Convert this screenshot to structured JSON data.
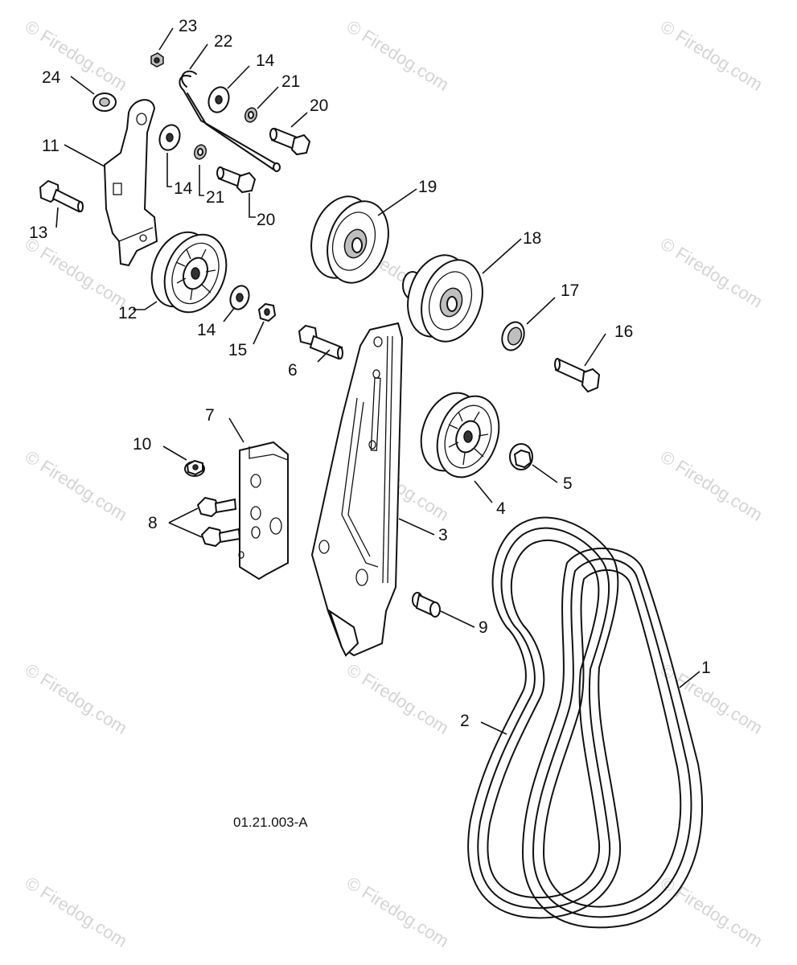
{
  "watermark": {
    "text": "© Firedog.com"
  },
  "drawing_id": "01.21.003-A",
  "callouts": {
    "p1": "1",
    "p2": "2",
    "p3": "3",
    "p4": "4",
    "p5": "5",
    "p6": "6",
    "p7": "7",
    "p8": "8",
    "p9": "9",
    "p10": "10",
    "p11": "11",
    "p12": "12",
    "p13": "13",
    "p14a": "14",
    "p14b": "14",
    "p14c": "14",
    "p15": "15",
    "p16": "16",
    "p17": "17",
    "p18": "18",
    "p19": "19",
    "p20a": "20",
    "p20b": "20",
    "p21a": "21",
    "p21b": "21",
    "p22": "22",
    "p23": "23",
    "p24": "24"
  },
  "colors": {
    "line": "#111111",
    "fill_gray": "#bfbfbf",
    "watermark": "#d4d4d4"
  }
}
